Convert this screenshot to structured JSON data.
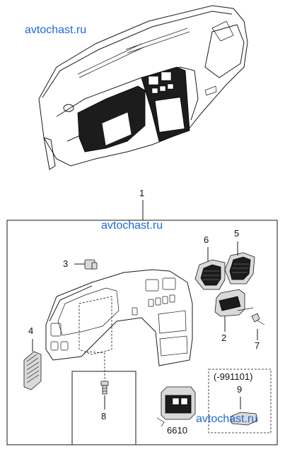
{
  "watermarks": [
    "avtochast.ru",
    "avtochast.ru",
    "avtochast.ru"
  ],
  "callouts": {
    "c1": "1",
    "c2": "2",
    "c3": "3",
    "c4": "4",
    "c5": "5",
    "c6": "6",
    "c7": "7",
    "c8": "8",
    "c9": "9",
    "c6610": "6610"
  },
  "note": "(-991101)"
}
